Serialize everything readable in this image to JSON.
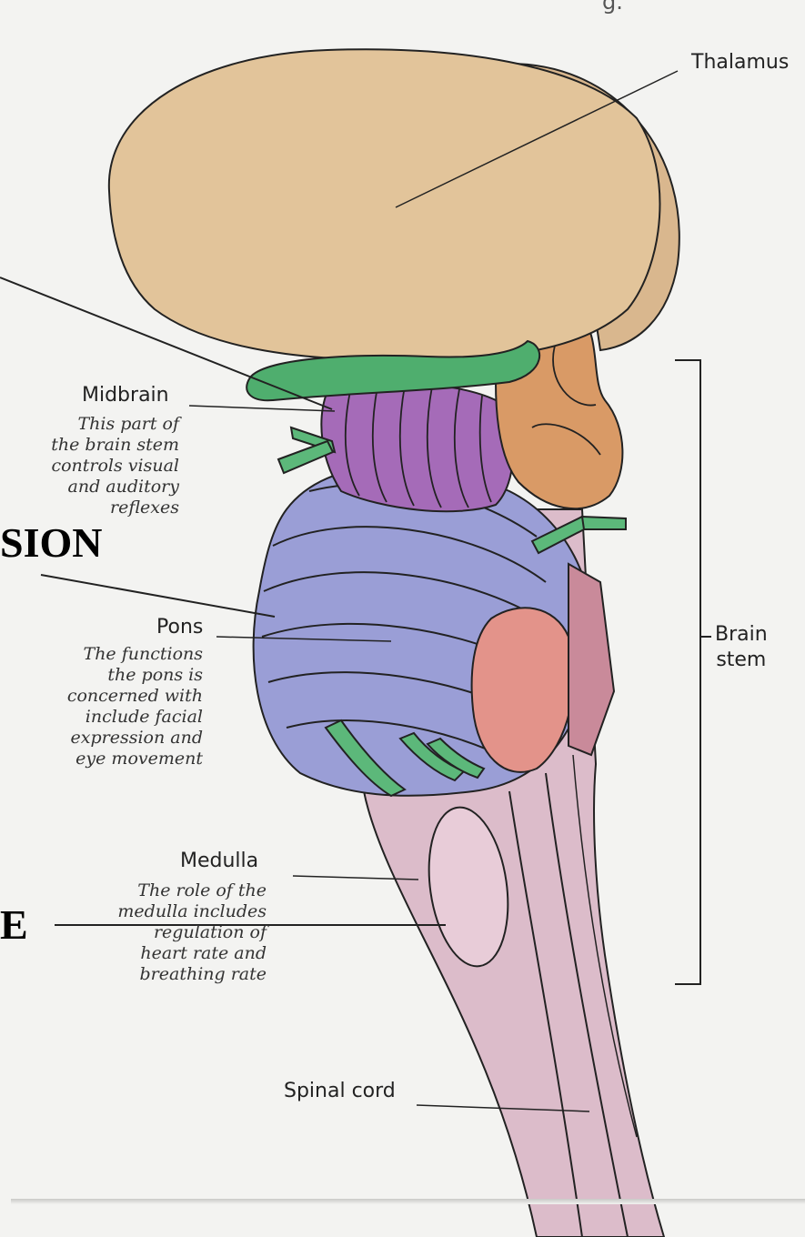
{
  "diagram": {
    "top_fragment": "g.",
    "labels": {
      "thalamus": "Thalamus",
      "midbrain": "Midbrain",
      "midbrain_desc": "This part of\nthe brain stem\ncontrols visual\nand auditory\nreflexes",
      "pons": "Pons",
      "pons_desc": "The functions\nthe pons is\nconcerned with\ninclude facial\nexpression and\neye movement",
      "medulla": "Medulla",
      "medulla_desc": "The role of the\nmedulla includes\nregulation of\nheart rate and\nbreathing rate",
      "spinal_cord": "Spinal cord",
      "brain_stem": "Brain\nstem"
    },
    "overlay_text": {
      "pons_fragment": "SION",
      "medulla_fragment": "E"
    },
    "colors": {
      "thalamus": "#e2c49a",
      "green_band": "#4fae6e",
      "midbrain": "#a56bb8",
      "pons": "#9a9ed6",
      "orange_body": "#d99a66",
      "pink_cord": "#dcbcca",
      "red_patch": "#e3938a"
    }
  }
}
